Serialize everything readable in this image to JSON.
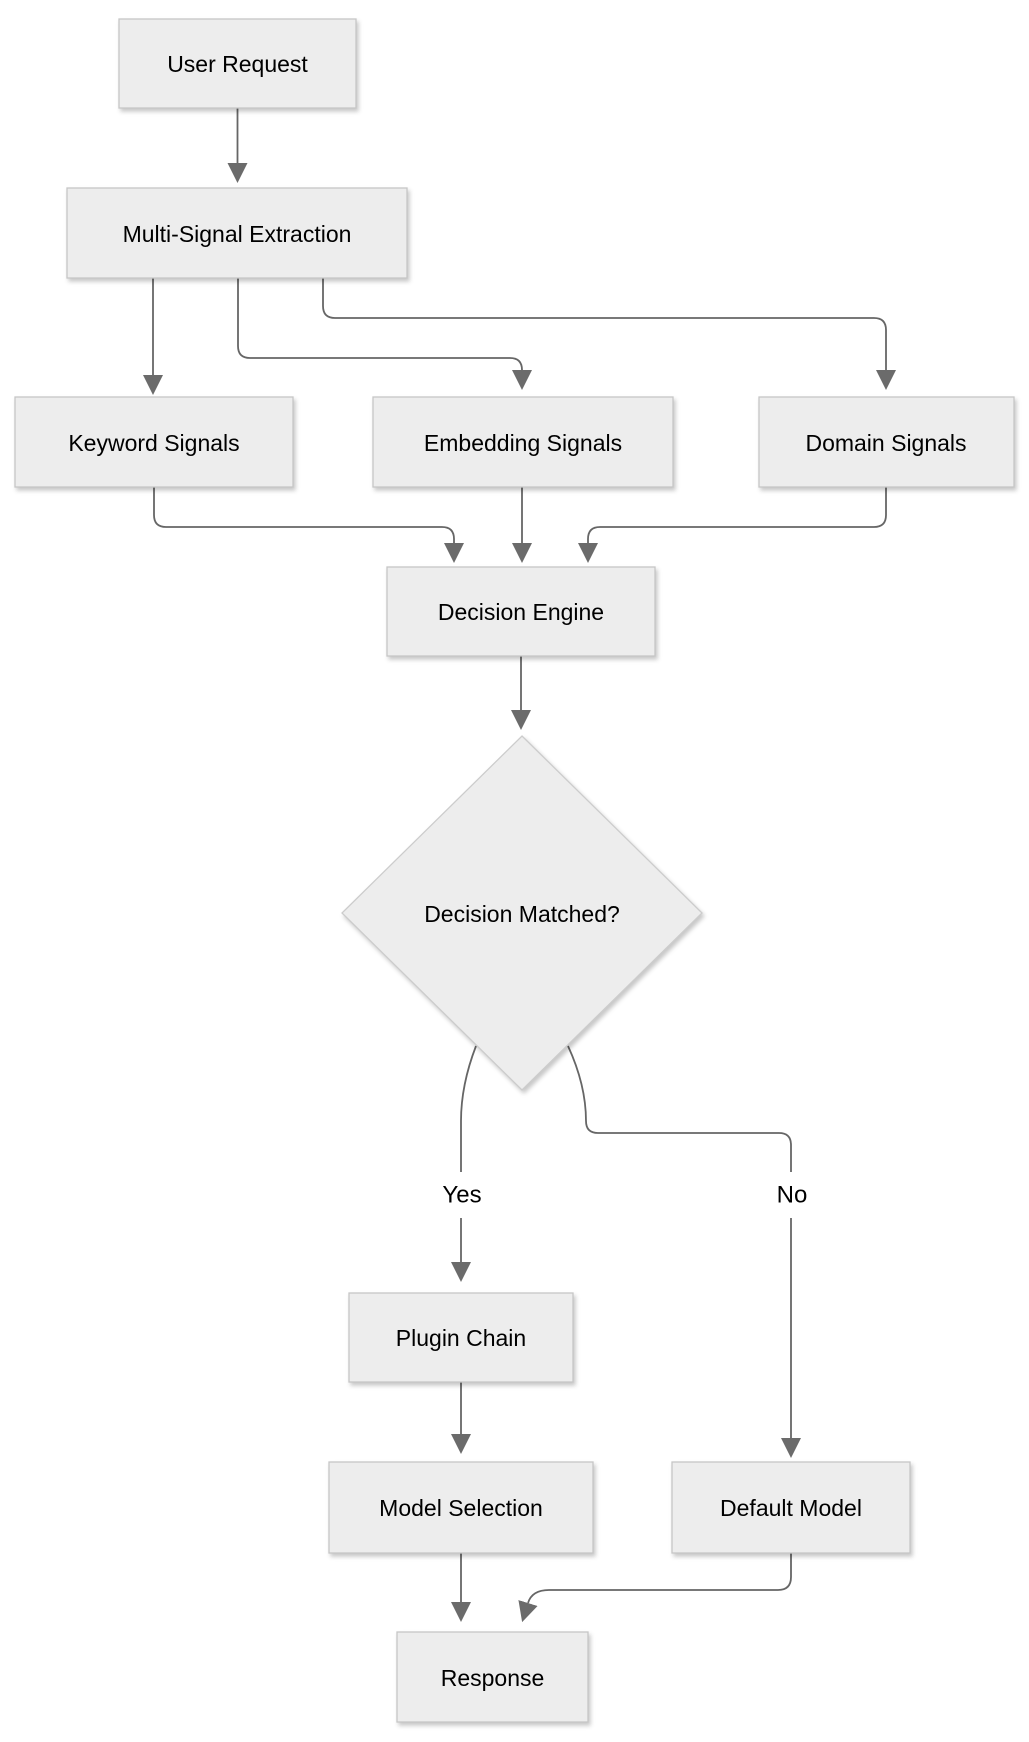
{
  "diagram": {
    "type": "flowchart",
    "direction": "top-down",
    "nodes": {
      "user_request": {
        "label": "User Request",
        "shape": "rect"
      },
      "multi_signal": {
        "label": "Multi-Signal Extraction",
        "shape": "rect"
      },
      "keyword": {
        "label": "Keyword Signals",
        "shape": "rect"
      },
      "embedding": {
        "label": "Embedding Signals",
        "shape": "rect"
      },
      "domain": {
        "label": "Domain Signals",
        "shape": "rect"
      },
      "decision_engine": {
        "label": "Decision Engine",
        "shape": "rect"
      },
      "decision_matched": {
        "label": "Decision Matched?",
        "shape": "diamond"
      },
      "plugin_chain": {
        "label": "Plugin Chain",
        "shape": "rect"
      },
      "model_selection": {
        "label": "Model Selection",
        "shape": "rect"
      },
      "default_model": {
        "label": "Default Model",
        "shape": "rect"
      },
      "response": {
        "label": "Response",
        "shape": "rect"
      }
    },
    "edge_labels": {
      "yes": "Yes",
      "no": "No"
    },
    "edges": [
      {
        "from": "User Request",
        "to": "Multi-Signal Extraction",
        "label": ""
      },
      {
        "from": "Multi-Signal Extraction",
        "to": "Keyword Signals",
        "label": ""
      },
      {
        "from": "Multi-Signal Extraction",
        "to": "Embedding Signals",
        "label": ""
      },
      {
        "from": "Multi-Signal Extraction",
        "to": "Domain Signals",
        "label": ""
      },
      {
        "from": "Keyword Signals",
        "to": "Decision Engine",
        "label": ""
      },
      {
        "from": "Embedding Signals",
        "to": "Decision Engine",
        "label": ""
      },
      {
        "from": "Domain Signals",
        "to": "Decision Engine",
        "label": ""
      },
      {
        "from": "Decision Engine",
        "to": "Decision Matched?",
        "label": ""
      },
      {
        "from": "Decision Matched?",
        "to": "Plugin Chain",
        "label": "Yes"
      },
      {
        "from": "Decision Matched?",
        "to": "Default Model",
        "label": "No"
      },
      {
        "from": "Plugin Chain",
        "to": "Model Selection",
        "label": ""
      },
      {
        "from": "Model Selection",
        "to": "Response",
        "label": ""
      },
      {
        "from": "Default Model",
        "to": "Response",
        "label": ""
      }
    ],
    "colors": {
      "node_fill": "#ededed",
      "node_border": "#c6c6c6",
      "edge": "#666666",
      "arrowhead": "#6b6b6b",
      "text": "#000000",
      "background": "#ffffff"
    }
  }
}
